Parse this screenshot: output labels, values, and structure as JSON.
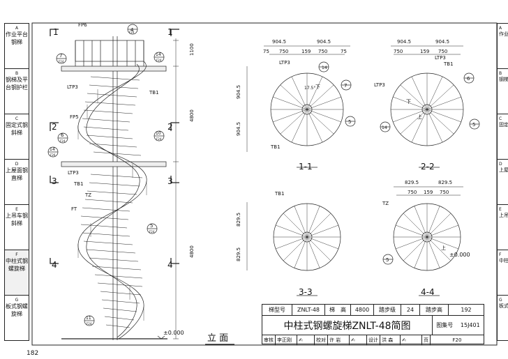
{
  "sidebar": [
    {
      "letter": "A",
      "label": "作业平台钢梯"
    },
    {
      "letter": "B",
      "label": "钢梯及平台钢护栏"
    },
    {
      "letter": "C",
      "label": "固定式钢斜梯"
    },
    {
      "letter": "D",
      "label": "上屋面钢直梯"
    },
    {
      "letter": "E",
      "label": "上吊车钢斜梯"
    },
    {
      "letter": "F",
      "label": "中柱式钢螺旋梯"
    },
    {
      "letter": "G",
      "label": "板式钢螺旋梯"
    }
  ],
  "right_strip": [
    {
      "letter": "A",
      "label": "作业平台钢梯"
    },
    {
      "letter": "B",
      "label": "钢梯及平台钢护栏"
    },
    {
      "letter": "C",
      "label": "固定式钢斜梯"
    },
    {
      "letter": "D",
      "label": "上屋面钢直梯"
    },
    {
      "letter": "E",
      "label": "上吊车钢斜梯"
    },
    {
      "letter": "F",
      "label": "中柱式钢螺旋梯"
    },
    {
      "letter": "G",
      "label": "板式钢螺旋梯"
    }
  ],
  "page_number": "182",
  "elevation": {
    "title": "立 面",
    "section_marks": [
      "1",
      "2",
      "3",
      "4"
    ],
    "labels": {
      "fp6": "FP6",
      "fp5": "FP5",
      "ltp3": "LTP3",
      "tb1": "TB1",
      "tz": "TZ",
      "ft": "FT"
    },
    "detail_nums": [
      "4",
      "7",
      "14",
      "6",
      "10",
      "14",
      "5",
      "11"
    ],
    "detail_sheet": "F24",
    "detail_sheet_b": "F26",
    "dims": [
      "1100",
      "4800",
      "4800"
    ],
    "elev": "±0.000"
  },
  "plans": {
    "s11": "1-1",
    "s22": "2-2",
    "s33": "3-3",
    "s44": "4-4",
    "d9045": "904.5",
    "d750": "750",
    "d159": "159",
    "d75": "75",
    "d8295": "829.5",
    "angle": "17.5°",
    "down": "下",
    "up": "上",
    "elev": "±0.000"
  },
  "title_block": {
    "model_label": "梯型号",
    "model": "ZNLT-48",
    "height_label": "梯　高",
    "height": "4800",
    "steps_label": "踏步级",
    "steps": "24",
    "rise_label": "踏步高",
    "rise": "192",
    "title": "中柱式钢螺旋梯ZNLT-48简图",
    "atlas_label": "图集号",
    "atlas": "15J401",
    "review": "审核",
    "reviewer": "李正刚",
    "check": "校对",
    "checker": "许 岩",
    "design": "设计",
    "designer": "洪 森",
    "page_label": "页",
    "page": "F20"
  }
}
